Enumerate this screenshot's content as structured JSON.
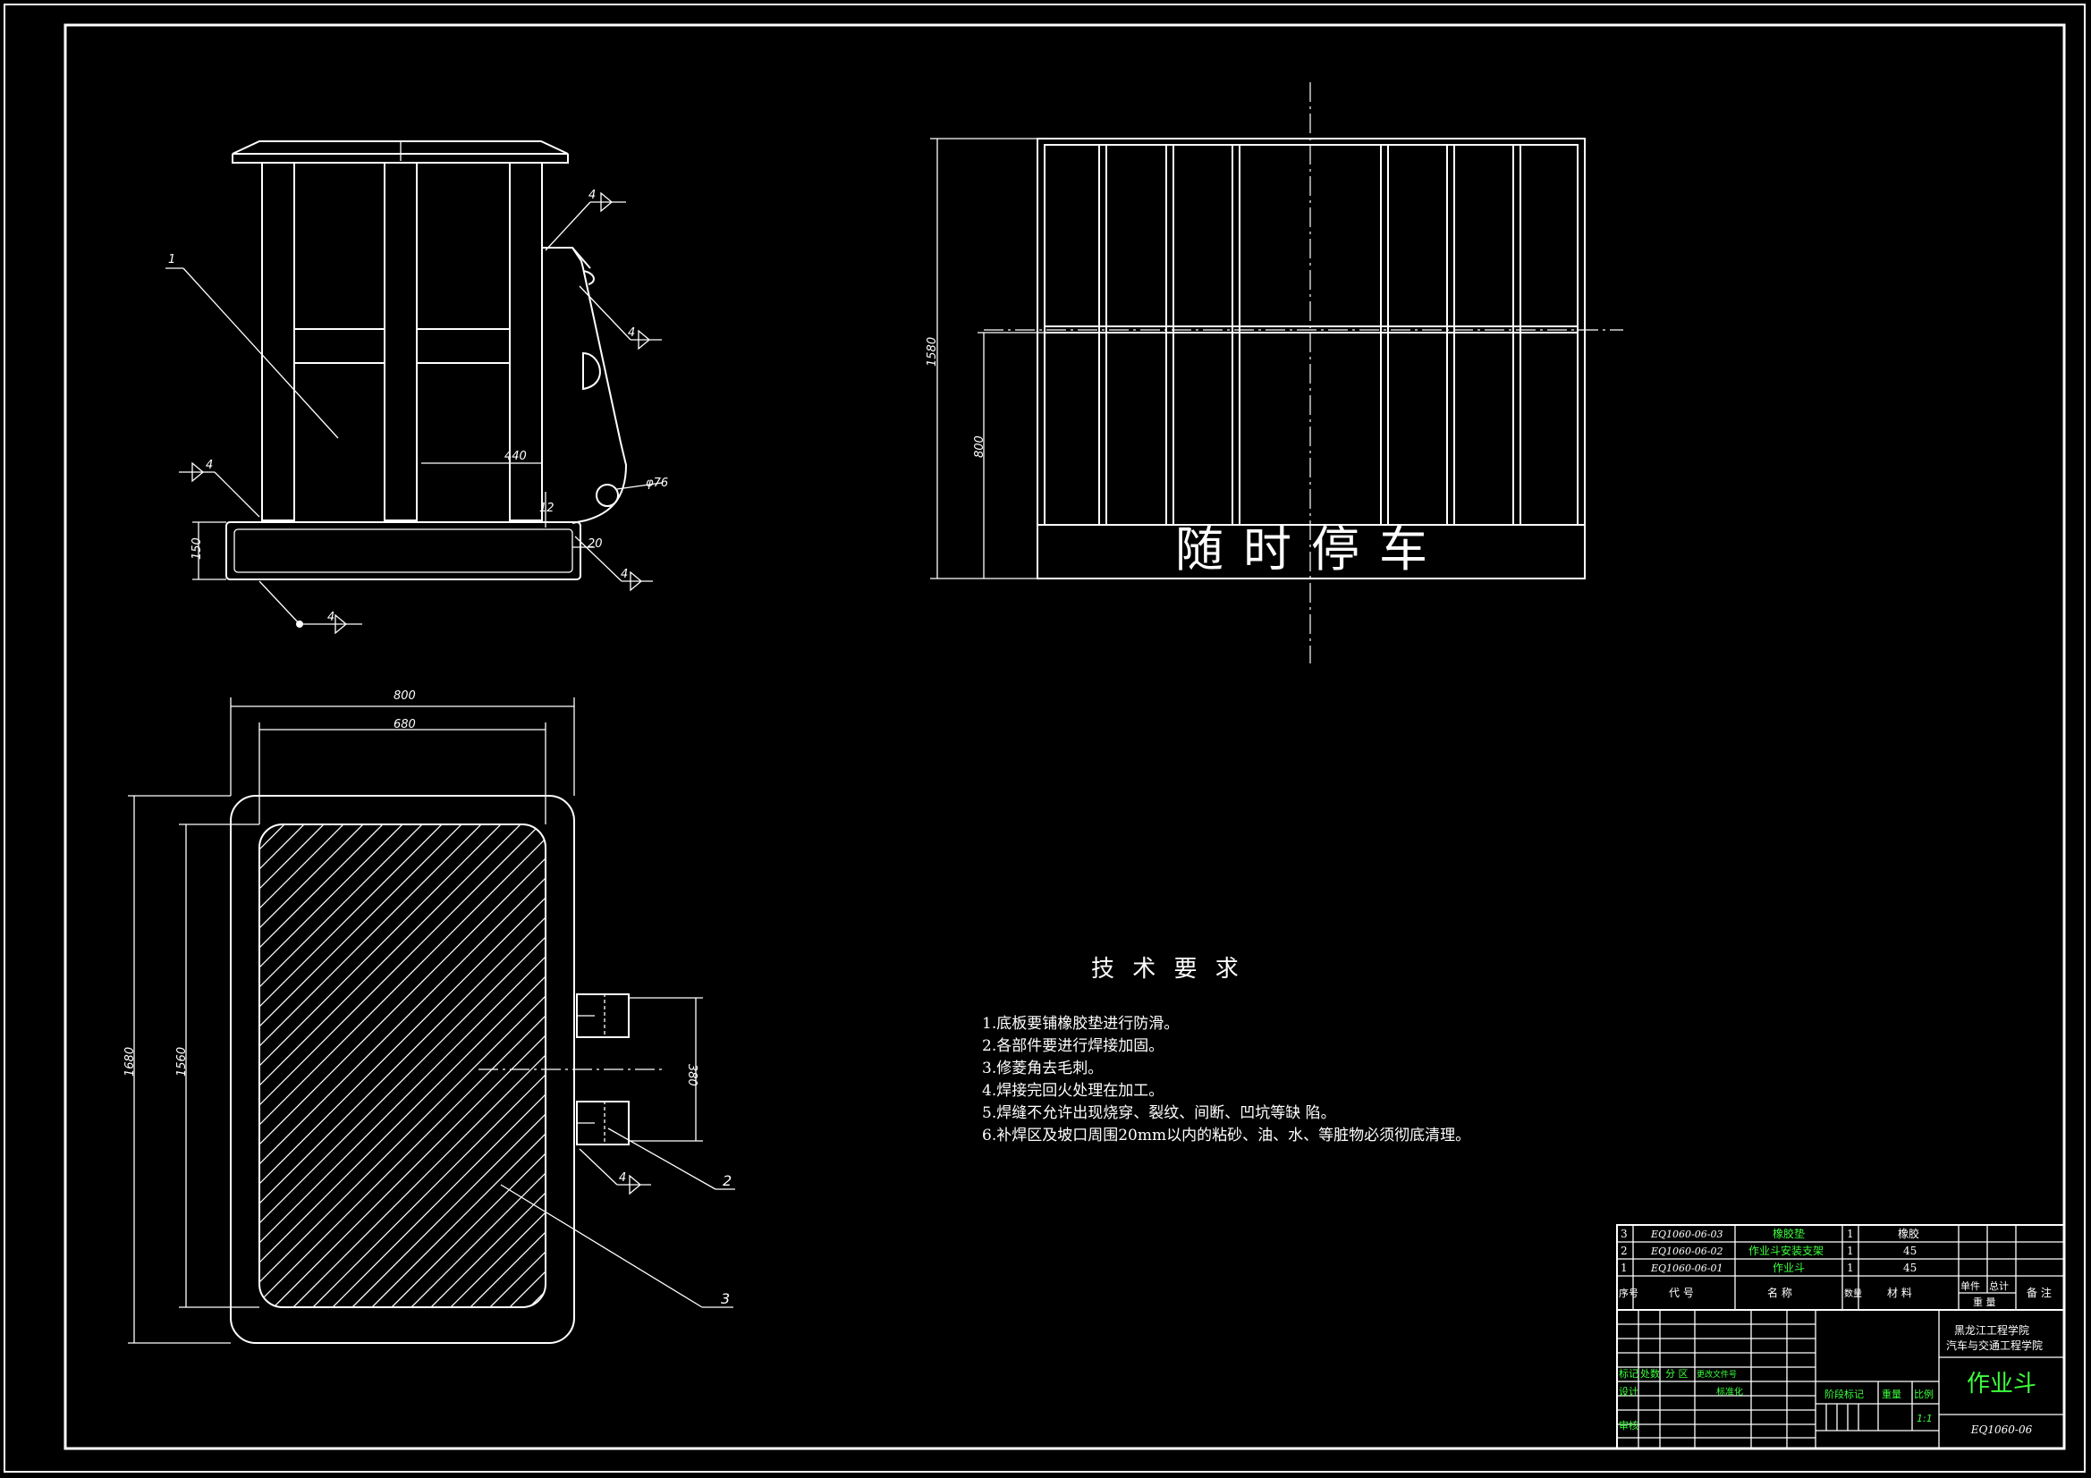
{
  "side_view": {
    "callout_1": "1",
    "weld_marks": [
      "4",
      "4",
      "4",
      "4",
      "4"
    ],
    "dim_440": "440",
    "dim_phi76": "φ76",
    "dim_12": "12",
    "dim_20": "20",
    "dim_150": "150"
  },
  "front_view": {
    "dim_1580": "1580",
    "dim_800": "800",
    "sign_text": "随时停车"
  },
  "plan_view": {
    "dim_800": "800",
    "dim_680": "680",
    "dim_1680": "1680",
    "dim_1560": "1560",
    "dim_380": "380",
    "weld_mark": "4",
    "callout_2": "2",
    "callout_3": "3"
  },
  "tech_requirements": {
    "title": "技 术 要 求",
    "items": [
      "1.底板要铺橡胶垫进行防滑。",
      "2.各部件要进行焊接加固。",
      "3.修菱角去毛刺。",
      "4.焊接完回火处理在加工。",
      "5.焊缝不允许出现烧穿、裂纹、间断、凹坑等缺 陷。",
      "6.补焊区及坡口周围20mm以内的粘砂、油、水、等脏物必须彻底清理。"
    ]
  },
  "parts_list": [
    {
      "no": "3",
      "code": "EQ1060-06-03",
      "name": "橡胶垫",
      "qty": "1",
      "material": "橡胶"
    },
    {
      "no": "2",
      "code": "EQ1060-06-02",
      "name": "作业斗安装支架",
      "qty": "1",
      "material": "45"
    },
    {
      "no": "1",
      "code": "EQ1060-06-01",
      "name": "作业斗",
      "qty": "1",
      "material": "45"
    }
  ],
  "parts_header": {
    "no": "序号",
    "code": "代 号",
    "name": "名 称",
    "qty": "数量",
    "material": "材 料",
    "unit_weight": "单件",
    "total_weight": "总计",
    "weight": "重 量",
    "remark": "备 注"
  },
  "title_block": {
    "school_line1": "黑龙江工程学院",
    "school_line2": "汽车与交通工程学院",
    "drawing_name": "作业斗",
    "drawing_code": "EQ1060-06",
    "scale": "1:1",
    "labels": {
      "mark": "标记",
      "count": "处数",
      "zone": "分 区",
      "change_doc": "更改文件号",
      "design": "设计",
      "standardize": "标准化",
      "review": "审核",
      "stage_mark": "阶段标记",
      "weight": "重量",
      "ratio": "比例"
    }
  }
}
